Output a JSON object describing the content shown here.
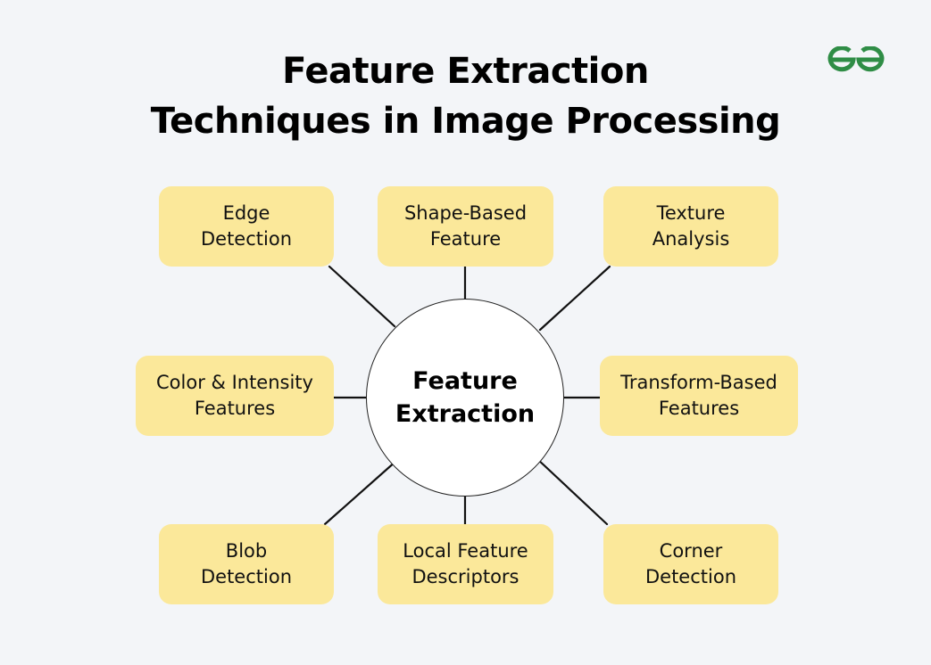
{
  "title": {
    "line1": "Feature Extraction",
    "line2": "Techniques in Image Processing"
  },
  "logo": {
    "icon": "gfg-logo-icon",
    "color": "#2f8d46"
  },
  "center": {
    "line1": "Feature",
    "line2": "Extraction",
    "fill": "#ffffff"
  },
  "colors": {
    "background": "#f3f5f8",
    "node_fill": "#fbe89a",
    "connector": "#111111"
  },
  "nodes": [
    {
      "id": "edge-detection",
      "line1": "Edge",
      "line2": "Detection"
    },
    {
      "id": "shape-based-feature",
      "line1": "Shape-Based",
      "line2": "Feature"
    },
    {
      "id": "texture-analysis",
      "line1": "Texture",
      "line2": "Analysis"
    },
    {
      "id": "color-intensity-features",
      "line1": "Color & Intensity",
      "line2": "Features"
    },
    {
      "id": "transform-based-features",
      "line1": "Transform-Based",
      "line2": "Features"
    },
    {
      "id": "blob-detection",
      "line1": "Blob",
      "line2": "Detection"
    },
    {
      "id": "local-feature-descriptors",
      "line1": "Local Feature",
      "line2": "Descriptors"
    },
    {
      "id": "corner-detection",
      "line1": "Corner",
      "line2": "Detection"
    }
  ]
}
